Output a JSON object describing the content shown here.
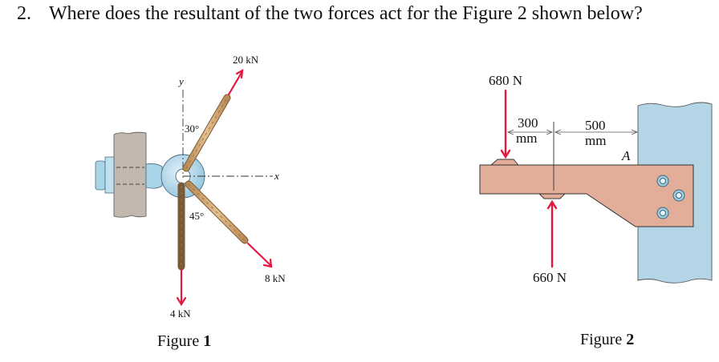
{
  "question": {
    "number": "2.",
    "text": "Where does the resultant of the two forces act for the Figure 2 shown below?"
  },
  "figure1": {
    "caption_prefix": "Figure ",
    "caption_number": "1",
    "axis_y": "y",
    "axis_x": "x",
    "angle_top": "30°",
    "angle_bottom": "45°",
    "force_top": "20 kN",
    "force_right": "8 kN",
    "force_down": "4 kN",
    "colors": {
      "arrow": "#e4173f",
      "wall": "#c3b8ae",
      "eyebolt": "#a9d4e8",
      "rope": "#d6ac78"
    }
  },
  "figure2": {
    "caption_prefix": "Figure ",
    "caption_number": "2",
    "force_down": "680 N",
    "force_up": "660 N",
    "dim_left_value": "300",
    "dim_left_unit": "mm",
    "dim_right_value": "500",
    "dim_right_unit": "mm",
    "point_label": "A",
    "colors": {
      "arrow": "#e4173f",
      "bracket": "#e2ad99",
      "column": "#b3d5e6"
    }
  }
}
